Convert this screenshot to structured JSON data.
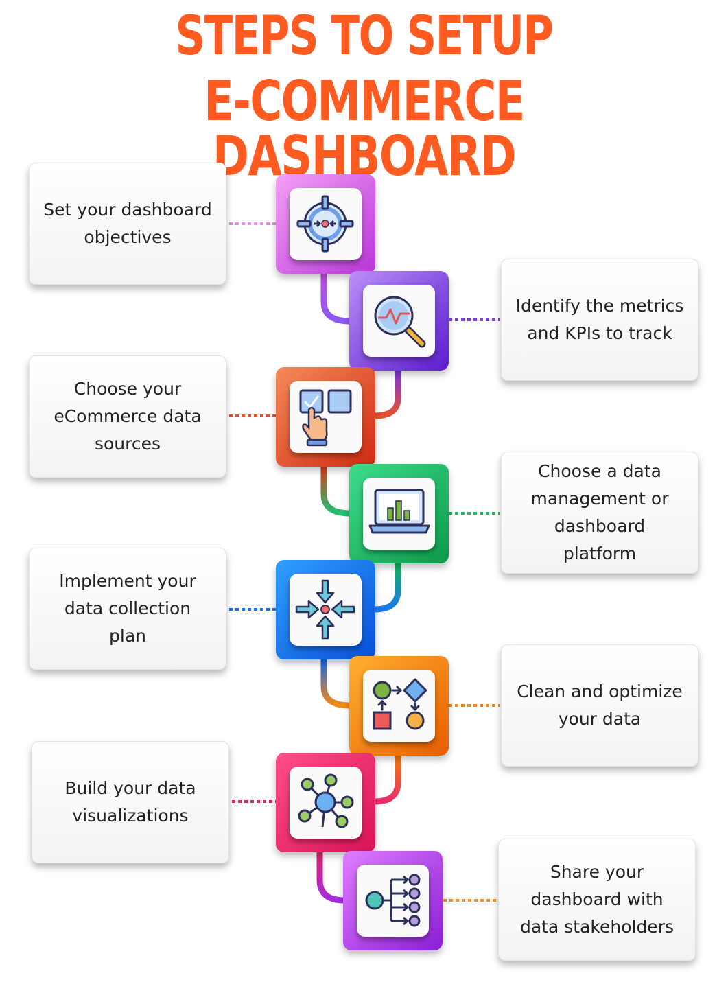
{
  "title": {
    "line1": "STEPS TO SETUP",
    "line2": "E-COMMERCE DASHBOARD"
  },
  "steps": [
    {
      "text": "Set your dashboard objectives",
      "icon": "target-icon",
      "color_start": "#f5a0f7",
      "color_end": "#b836d8"
    },
    {
      "text": "Identify the metrics and KPIs to track",
      "icon": "magnifier-chart-icon",
      "color_start": "#b98ff7",
      "color_end": "#5b1ccf"
    },
    {
      "text": "Choose your eCommerce data sources",
      "icon": "hand-select-icon",
      "color_start": "#f58a5a",
      "color_end": "#d02a10"
    },
    {
      "text": "Choose a data management or dashboard platform",
      "icon": "laptop-chart-icon",
      "color_start": "#3ddc8a",
      "color_end": "#0d9a4a"
    },
    {
      "text": "Implement your data collection plan",
      "icon": "converge-arrows-icon",
      "color_start": "#2fa0ff",
      "color_end": "#0a4fd8"
    },
    {
      "text": "Clean and optimize your data",
      "icon": "process-flow-icon",
      "color_start": "#ffb030",
      "color_end": "#e85d00"
    },
    {
      "text": "Build your data visualizations",
      "icon": "network-nodes-icon",
      "color_start": "#ff4f8a",
      "color_end": "#d81357"
    },
    {
      "text": "Share your dashboard with data stakeholders",
      "icon": "share-tree-icon",
      "color_start": "#e07cff",
      "color_end": "#8a1fd6"
    }
  ]
}
